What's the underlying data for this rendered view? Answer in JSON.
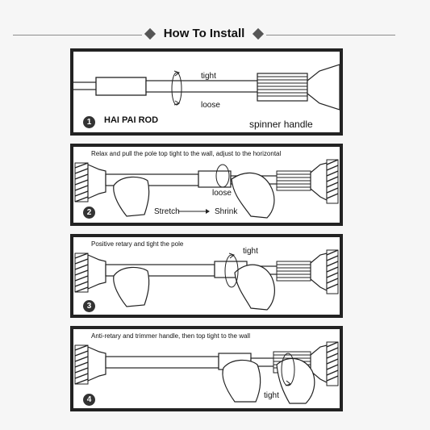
{
  "header": {
    "title": "How To Install"
  },
  "steps": [
    {
      "number": "1",
      "product_name": "HAI PAI ROD",
      "label_tight": "tight",
      "label_loose": "loose",
      "label_handle": "spinner handle"
    },
    {
      "number": "2",
      "caption": "Relax and pull the pole top tight to the wall, adjust to the horizontal",
      "label_loose": "loose",
      "label_stretch": "Stretch",
      "label_shrink": "Shrink"
    },
    {
      "number": "3",
      "caption": "Positive retary and tight the pole",
      "label_tight": "tight"
    },
    {
      "number": "4",
      "caption": "Anti-retary and trimmer handle, then top tight to the wall",
      "label_tight": "tight"
    }
  ]
}
